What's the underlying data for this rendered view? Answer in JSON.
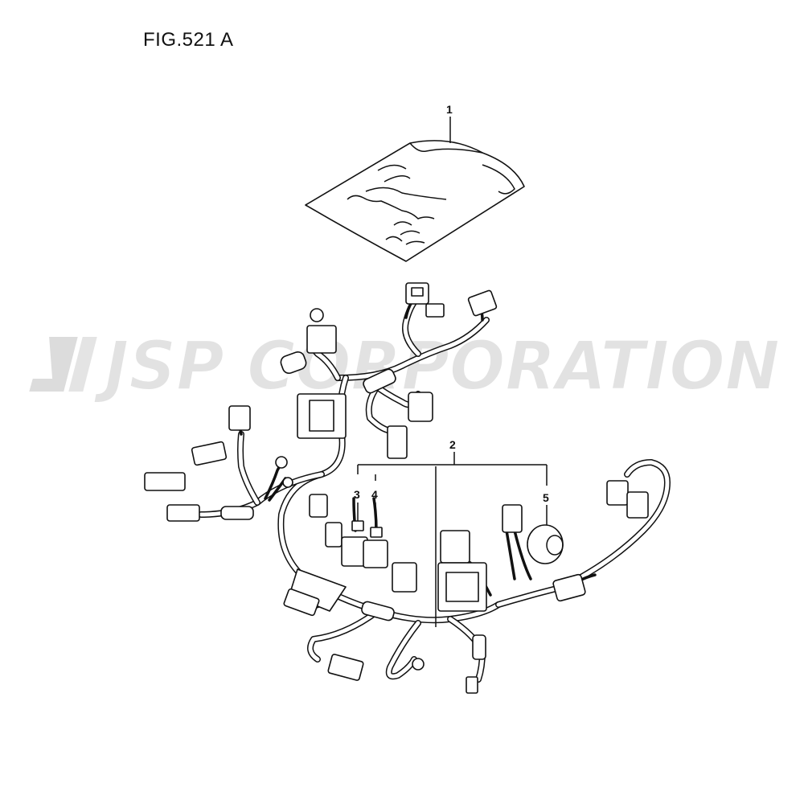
{
  "figure": {
    "title": "FIG.521 A"
  },
  "watermark": {
    "text": "JSP CORPORATION"
  },
  "callouts": [
    {
      "id": "callout-1",
      "number": "1"
    },
    {
      "id": "callout-2",
      "number": "2"
    },
    {
      "id": "callout-3",
      "number": "3"
    },
    {
      "id": "callout-4",
      "number": "4"
    },
    {
      "id": "callout-5",
      "number": "5"
    }
  ],
  "colors": {
    "line": "#111111",
    "watermark": "#d9d9d9",
    "background": "#ffffff"
  }
}
